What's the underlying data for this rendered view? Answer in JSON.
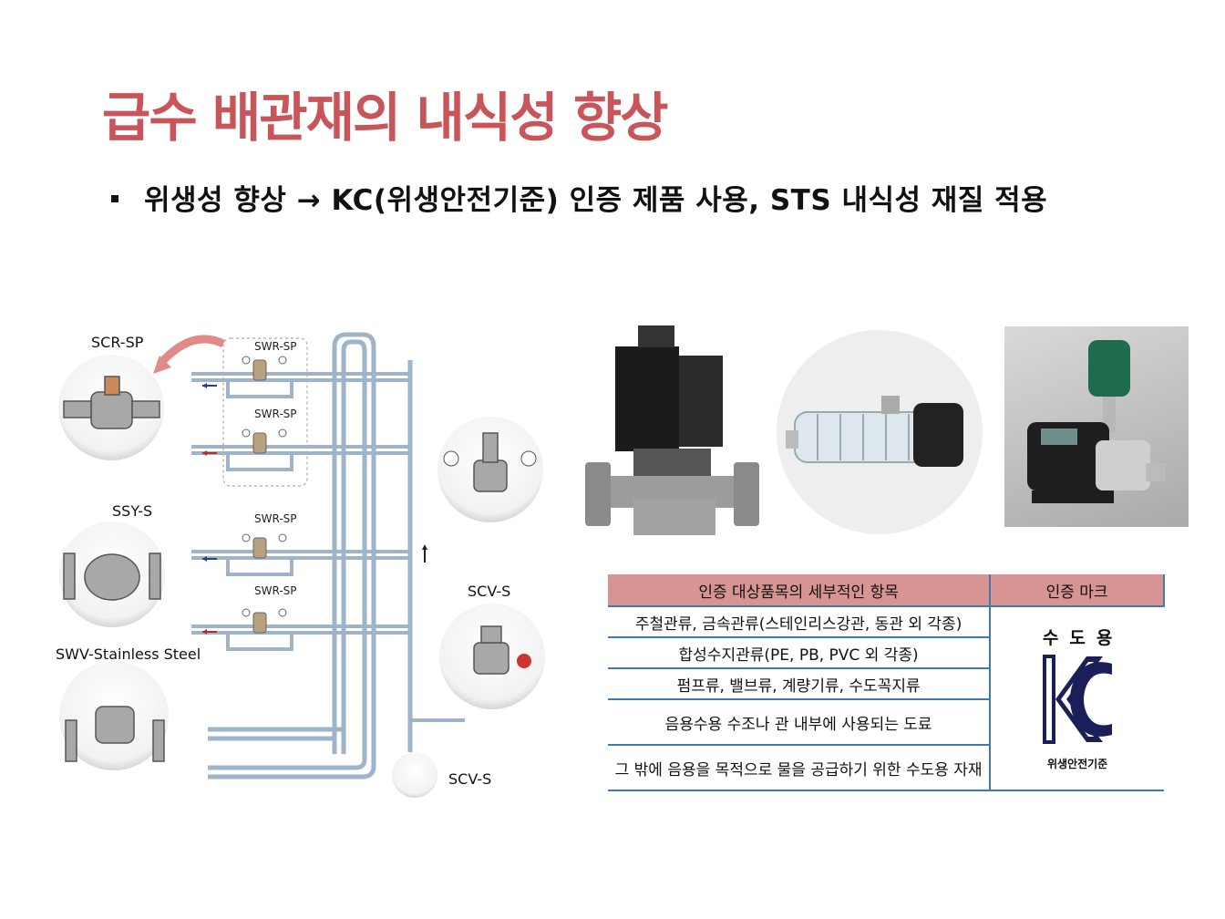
{
  "title": "급수 배관재의 내식성 향상",
  "bullet": "위생성 향상 → KC(위생안전기준) 인증 제품 사용, STS 내식성 재질 적용",
  "diagram": {
    "labels": {
      "scr_sp": "SCR-SP",
      "swr_sp_1": "SWR-SP",
      "swr_sp_2": "SWR-SP",
      "swr_sp_3": "SWR-SP",
      "swr_sp_4": "SWR-SP",
      "ssy_s": "SSY-S",
      "scv_s_1": "SCV-S",
      "swv": "SWV-Stainless Steel",
      "scv_s_2": "SCV-S"
    }
  },
  "table": {
    "header": {
      "items": "인증 대상품목의 세부적인 항목",
      "mark": "인증 마크"
    },
    "rows": [
      "주철관류, 금속관류(스테인리스강관, 동관 외 각종)",
      "합성수지관류(PE, PB, PVC 외 각종)",
      "펌프류, 밸브류, 계량기류, 수도꼭지류",
      "음용수용 수조나 관 내부에 사용되는 도료",
      "그 밖에 음용을 목적으로 물을 공급하기 위한 수도용 자재"
    ],
    "kc_mark": {
      "top": "수도용",
      "logo": "KC",
      "bottom": "위생안전기준"
    }
  },
  "colors": {
    "title": "#c8555a",
    "header_bg": "#d89393",
    "rule": "#3b7ab5",
    "pipe": "#9fb4c8"
  }
}
